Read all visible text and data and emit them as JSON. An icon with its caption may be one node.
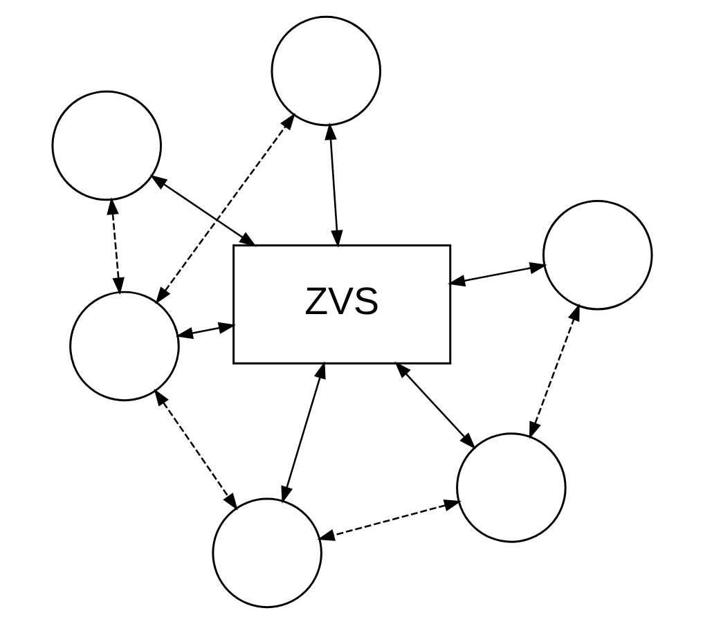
{
  "diagram": {
    "nodes": [
      {
        "text": [],
        "shape": "circle"
      },
      {
        "text": [],
        "shape": "circle"
      },
      {
        "text": [],
        "shape": "circle"
      },
      {
        "text": [
          "ZVS"
        ]
      },
      {
        "text": [],
        "shape": "circle"
      },
      {
        "text": [],
        "shape": "circle"
      },
      {
        "text": [],
        "shape": "circle"
      }
    ],
    "edges": [
      {
        "from": 3,
        "to": 0,
        "arrow": "both"
      },
      {
        "from": 3,
        "to": 1,
        "arrow": "both"
      },
      {
        "from": 3,
        "to": 2,
        "arrow": "both"
      },
      {
        "from": 3,
        "to": 4,
        "arrow": "both"
      },
      {
        "from": 3,
        "to": 5,
        "arrow": "both"
      },
      {
        "from": 3,
        "to": 6,
        "arrow": "both"
      },
      {
        "from": 0,
        "to": 1,
        "arrow": "both",
        "style": "dashed"
      },
      {
        "from": 1,
        "to": 5,
        "arrow": "both",
        "style": "dashed"
      },
      {
        "from": 2,
        "to": 4,
        "arrow": "both",
        "style": "dashed"
      },
      {
        "from": 2,
        "to": 6,
        "arrow": "both",
        "style": "dashed"
      },
      {
        "from": 1,
        "to": 6,
        "arrow": "both",
        "style": "dashed"
      }
    ]
  }
}
